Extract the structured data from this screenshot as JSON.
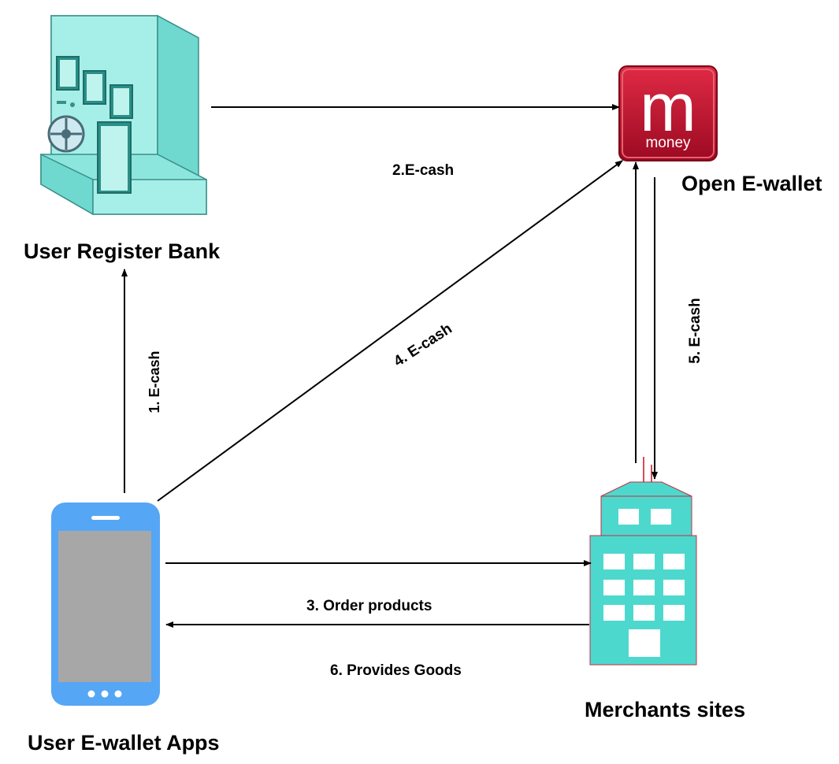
{
  "nodes": {
    "bank": {
      "label": "User Register Bank",
      "icon": "bank-vault-icon"
    },
    "ewallet": {
      "label": "Open E-wallet",
      "icon": "m-money-logo",
      "logo_letter": "m",
      "logo_text": "money"
    },
    "merchant": {
      "label": "Merchants sites",
      "icon": "office-building-icon"
    },
    "app": {
      "label": "User E-wallet Apps",
      "icon": "smartphone-icon"
    }
  },
  "edges": {
    "e1": "1. E-cash",
    "e2": "2.E-cash",
    "e3": "3. Order products",
    "e4": "4. E-cash",
    "e5": "5. E-cash",
    "e6": "6. Provides Goods"
  },
  "colors": {
    "teal": "#4dd8ce",
    "teal_light": "#a8f0ea",
    "teal_dark": "#2bb5ab",
    "phone_blue": "#55a6f5",
    "phone_screen": "#a7a7a7",
    "logo_red": "#c8102e",
    "arrow": "#000000"
  }
}
